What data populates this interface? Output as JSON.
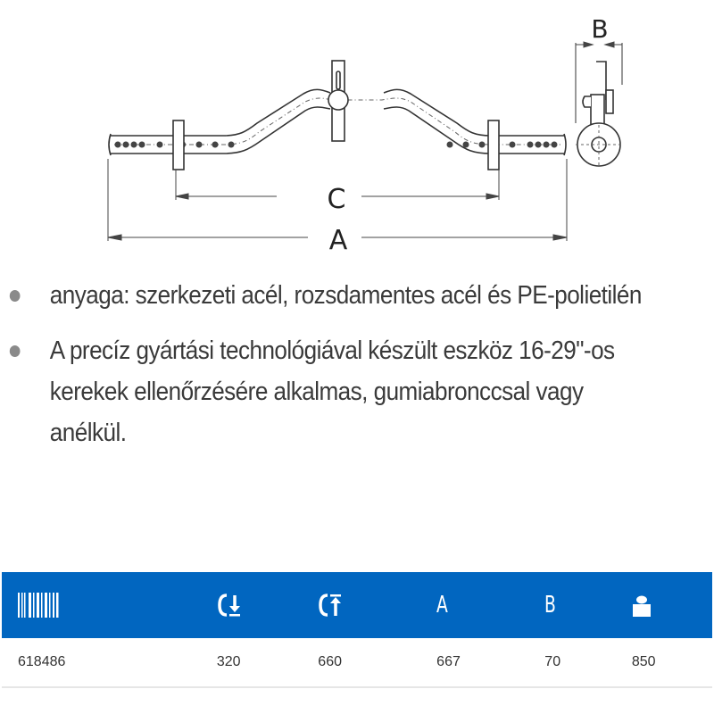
{
  "diagram": {
    "labels": {
      "overall_length": "A",
      "width": "B",
      "inner_span": "C"
    }
  },
  "features": [
    {
      "text": "anyaga: szerkezeti acél, rozsdamentes acél és PE-polietilén"
    },
    {
      "text": "A precíz gyártási technológiával készült eszköz 16-29\"-os kerekek ellenőrzésére alkalmas, gumiabronccsal vagy anélkül."
    }
  ],
  "table": {
    "colors": {
      "header_bg": "#0166c0",
      "header_fg": "#ffffff",
      "row_border": "#e6e6e6"
    },
    "headers": [
      {
        "icon": "barcode-icon",
        "label": ""
      },
      {
        "icon": "c-min-icon",
        "label": "C↓"
      },
      {
        "icon": "c-max-icon",
        "label": "C↑"
      },
      {
        "icon": "",
        "label": "A"
      },
      {
        "icon": "",
        "label": "B"
      },
      {
        "icon": "weight-icon",
        "label": ""
      }
    ],
    "rows": [
      {
        "article": "618486",
        "c_min": "320",
        "c_max": "660",
        "a": "667",
        "b": "70",
        "weight": "850"
      }
    ]
  }
}
